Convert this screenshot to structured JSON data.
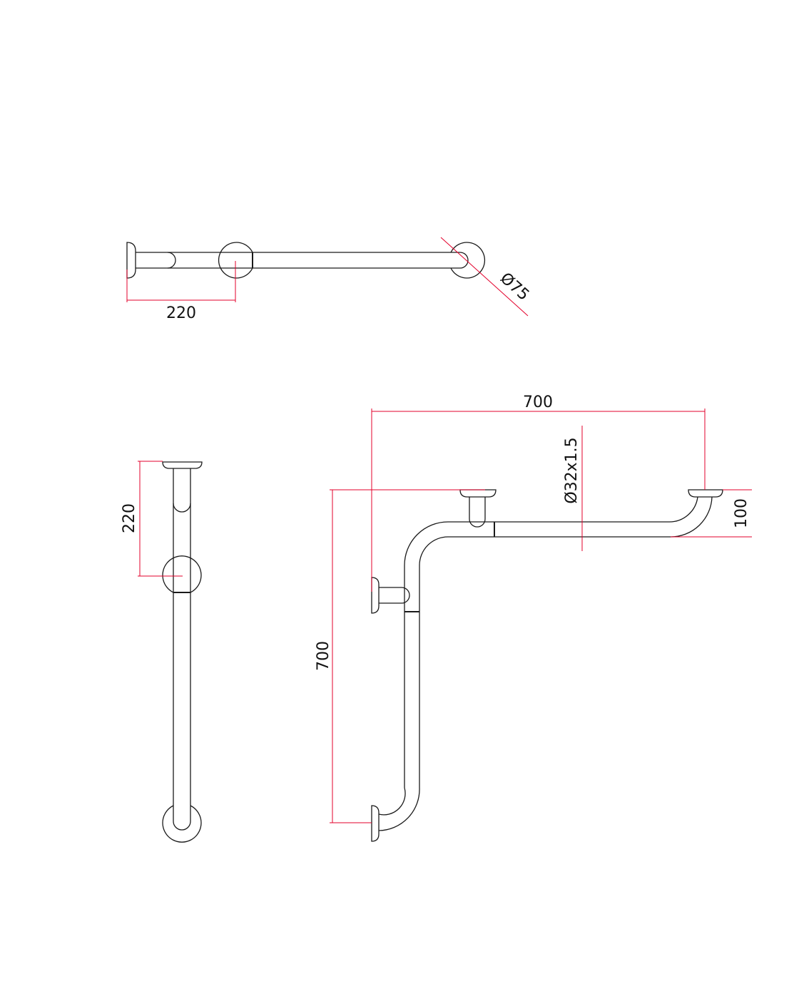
{
  "top_view": {
    "dim_spacing": "220",
    "dim_flange_diameter": "Ø75"
  },
  "side_view": {
    "dim_spacing": "220"
  },
  "front_view": {
    "dim_width": "700",
    "dim_height": "700",
    "dim_offset": "100",
    "dim_tube": "Ø32x1.5"
  },
  "colors": {
    "dimension": "#e3002b",
    "outline": "#1a1a1a"
  }
}
